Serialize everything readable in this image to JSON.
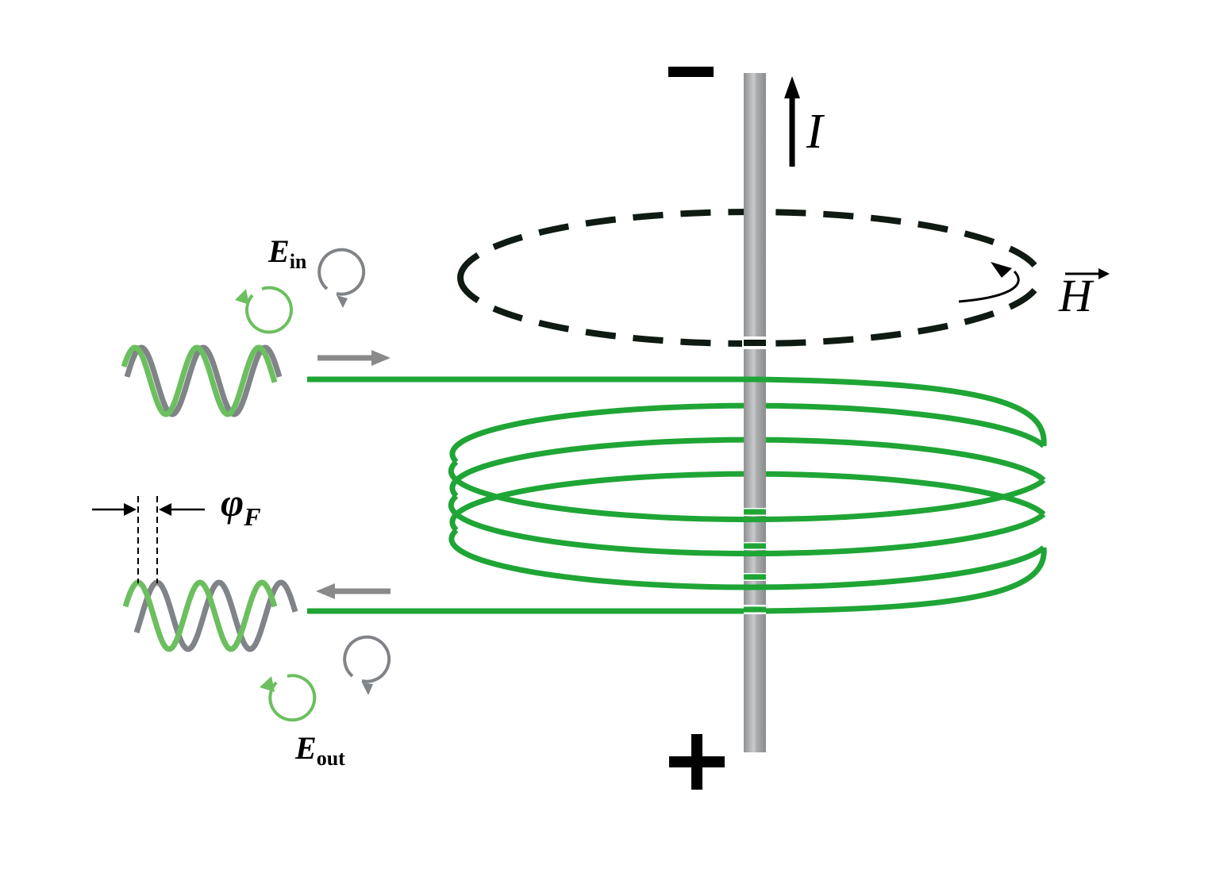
{
  "labels": {
    "e_in_main": "E",
    "e_in_sub": "in",
    "e_out_main": "E",
    "e_out_sub": "out",
    "phi_main": "φ",
    "phi_sub": "F",
    "current": "I",
    "field": "H",
    "minus_terminal": "−",
    "plus_terminal": "+"
  },
  "colors": {
    "coil_green": "#1fa535",
    "wave_light_green": "#6cbf5f",
    "wave_gray": "#808387",
    "rod_gray": "#9a9c9e",
    "field_loop": "#0e1a12",
    "arrow_gray": "#8a8a8a",
    "text": "#000000"
  },
  "icons": {
    "counterclockwise_circle": "ccw-rotation-icon",
    "clockwise_circle": "cw-rotation-icon"
  }
}
